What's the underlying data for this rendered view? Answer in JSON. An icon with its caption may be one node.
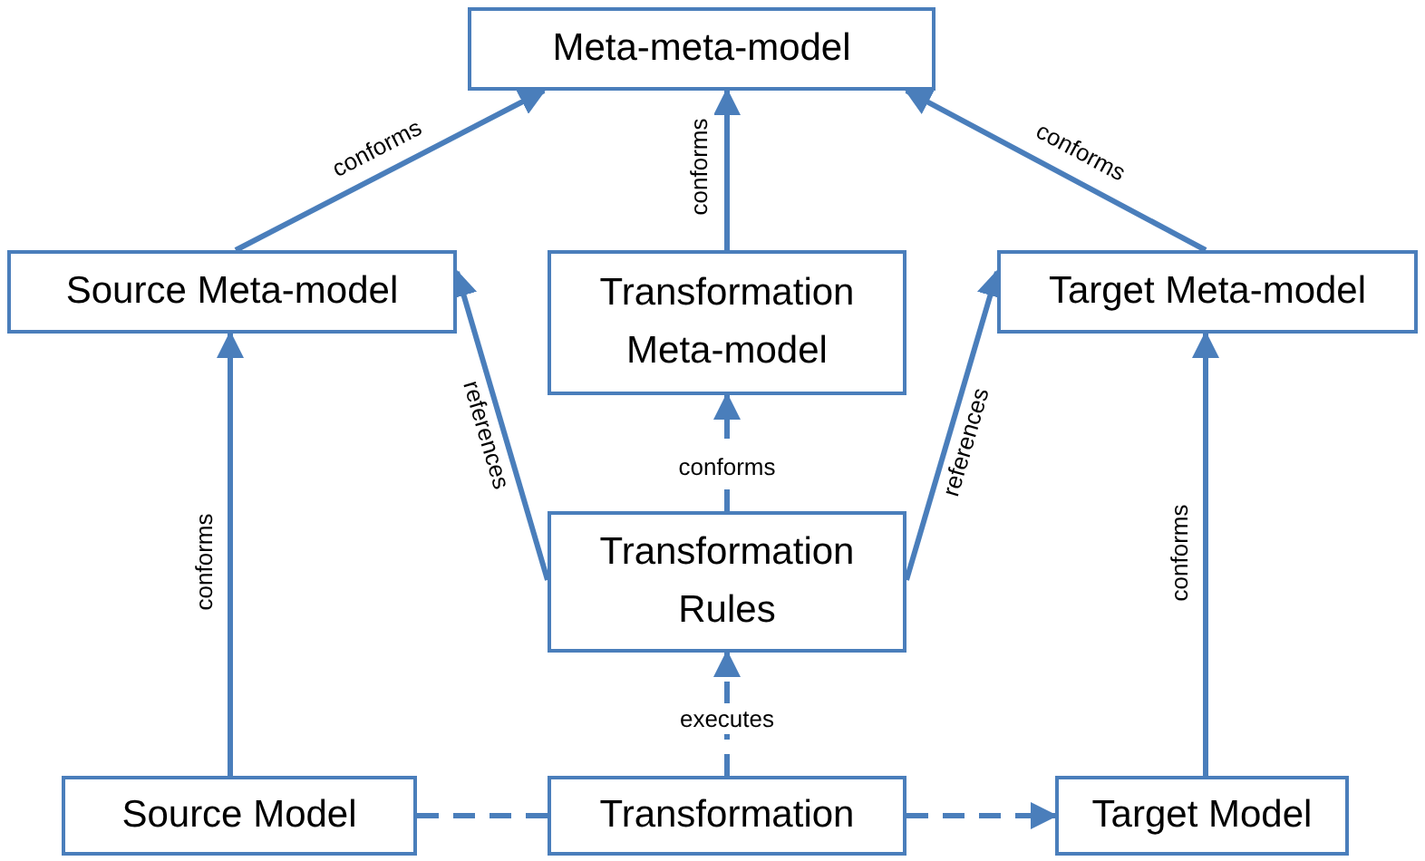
{
  "diagram": {
    "nodes": [
      {
        "text": [
          "Meta-meta-model"
        ]
      },
      {
        "text": [
          "Source Meta-model"
        ]
      },
      {
        "text": [
          "Transformation Meta-model"
        ]
      },
      {
        "text": [
          "Target Meta-model"
        ]
      },
      {
        "text": [
          "Transformation Rules"
        ]
      },
      {
        "text": [
          "Source Model"
        ]
      },
      {
        "text": [
          "Transformation"
        ]
      },
      {
        "text": [
          "Target Model"
        ]
      }
    ],
    "edges": [
      {
        "from": 1,
        "to": 0,
        "arrow": "to",
        "label": "conforms"
      },
      {
        "from": 2,
        "to": 0,
        "arrow": "to",
        "label": "conforms"
      },
      {
        "from": 3,
        "to": 0,
        "arrow": "to",
        "label": "conforms"
      },
      {
        "from": 5,
        "to": 1,
        "arrow": "to",
        "label": "conforms"
      },
      {
        "from": 4,
        "to": 1,
        "arrow": "to",
        "label": "references"
      },
      {
        "from": 4,
        "to": 2,
        "arrow": "to",
        "label": "conforms",
        "style": "dashed"
      },
      {
        "from": 4,
        "to": 3,
        "arrow": "to",
        "label": "references"
      },
      {
        "from": 7,
        "to": 3,
        "arrow": "to",
        "label": "conforms"
      },
      {
        "from": 6,
        "to": 4,
        "arrow": "to",
        "label": "executes",
        "style": "dashed"
      },
      {
        "from": 5,
        "to": 6,
        "arrow": "none",
        "style": "dashed"
      },
      {
        "from": 6,
        "to": 7,
        "arrow": "to",
        "style": "dashed"
      }
    ]
  }
}
